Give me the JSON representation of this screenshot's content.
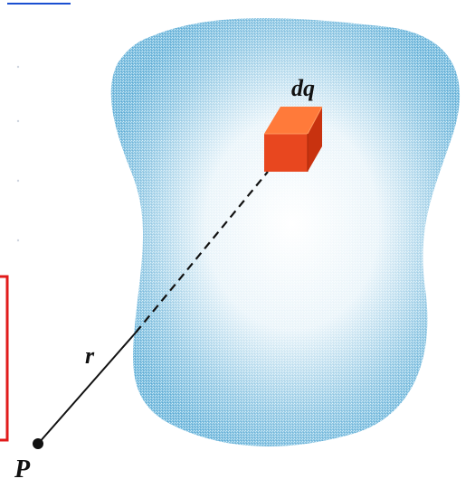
{
  "diagram": {
    "labels": {
      "charge_element": "dq",
      "distance": "r",
      "point": "P"
    },
    "colors": {
      "blob_fill": "#8ec9e6",
      "blob_highlight": "#ffffff",
      "cube_front": "#e8471f",
      "cube_top": "#ff7a3a",
      "cube_side": "#c8320f",
      "line": "#111111",
      "highlight_frame": "#e11b1b",
      "link_rule": "#1a4fd1"
    },
    "line_segments": {
      "dashed": "inside-region",
      "solid": "outside-region"
    }
  }
}
